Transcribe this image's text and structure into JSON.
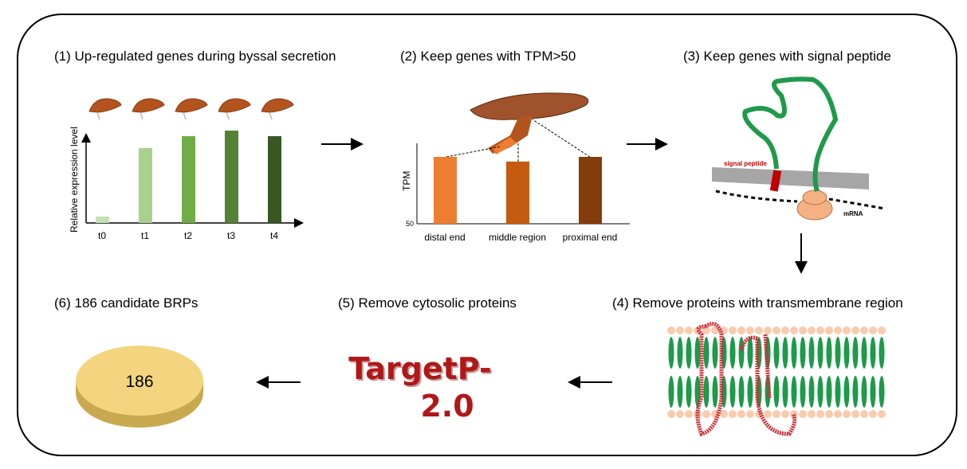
{
  "steps": [
    {
      "label": "(1) Up-regulated genes during byssal secretion"
    },
    {
      "label": "(2) Keep genes with TPM>50"
    },
    {
      "label": "(3) Keep genes with signal peptide"
    },
    {
      "label": "(4) Remove proteins with transmembrane region"
    },
    {
      "label": "(5) Remove cytosolic proteins"
    },
    {
      "label": "(6) 186 candidate BRPs"
    }
  ],
  "panel1": {
    "ylabel": "Relative expression level",
    "categories": [
      "t0",
      "t1",
      "t2",
      "t3",
      "t4"
    ],
    "values": [
      7,
      81,
      94,
      100,
      94
    ],
    "colors": [
      "#c5e0b4",
      "#a9d18e",
      "#70ad47",
      "#548235",
      "#385723"
    ]
  },
  "panel2": {
    "ylabel": "TPM",
    "ytick": "50",
    "categories": [
      "distal end",
      "middle region",
      "proximal end"
    ],
    "values": [
      100,
      93,
      100
    ],
    "colors": [
      "#ed7d31",
      "#c55a11",
      "#843c0c"
    ]
  },
  "panel3": {
    "signal_label": "signal peptide",
    "mrna_label": "mRNA"
  },
  "panel5": {
    "logo_line1": "TargetP-",
    "logo_line2": "2.0"
  },
  "panel6": {
    "count": "186"
  }
}
